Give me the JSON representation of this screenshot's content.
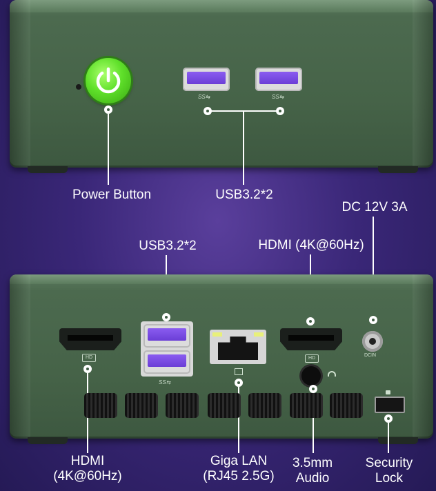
{
  "top_panel": {
    "power_label": "Power Button",
    "usb_label": "USB3.2*2",
    "ss_mark": "SS⇆",
    "dc_label": "DC 12V 3A",
    "power_color": "#5fe02a"
  },
  "rear_panel": {
    "usb_label": "USB3.2*2",
    "hdmi_top_label": "HDMI (4K@60Hz)",
    "hdmi_left_label_line1": "HDMI",
    "hdmi_left_label_line2": "(4K@60Hz)",
    "lan_label_line1": "Giga LAN",
    "lan_label_line2": "(RJ45 2.5G)",
    "audio_label_line1": "3.5mm",
    "audio_label_line2": "Audio",
    "lock_label_line1": "Security",
    "lock_label_line2": "Lock",
    "hd_badge": "HD",
    "dcin_text": "DCIN",
    "usb_color": "#7a4ee6"
  }
}
